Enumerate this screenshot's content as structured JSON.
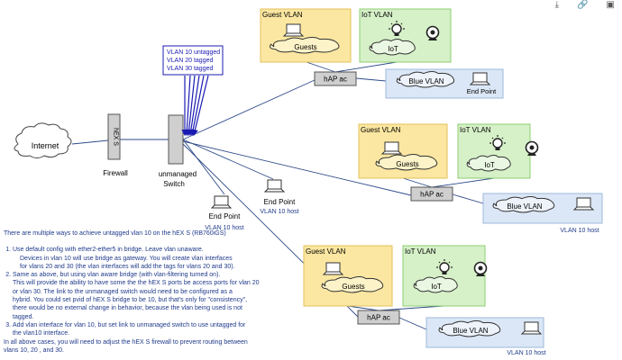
{
  "diagram": {
    "internet_label": "Internet",
    "firewall_device_label": "hEX S",
    "firewall_caption": "Firewall",
    "switch_caption_line1": "unmanaged",
    "switch_caption_line2": "Switch",
    "vlan_tag_box": [
      "VLAN 10 untagged",
      "VLAN 20 tagged",
      "VLAN 30 tagged"
    ],
    "end_points": [
      {
        "label": "End Point",
        "sublabel": "VLAN 10 host"
      },
      {
        "label": "End Point",
        "sublabel": "VLAN 10 host"
      }
    ],
    "access_points": [
      {
        "ap_label": "hAP ac",
        "guest_title": "Guest VLAN",
        "guest_cloud": "Guests",
        "iot_title": "IoT VLAN",
        "iot_cloud": "IoT",
        "blue_cloud": "Blue VLAN",
        "blue_endpoint": "End Point",
        "host_caption": ""
      },
      {
        "ap_label": "hAP ac",
        "guest_title": "Guest VLAN",
        "guest_cloud": "Guests",
        "iot_title": "IoT VLAN",
        "iot_cloud": "IoT",
        "blue_cloud": "Blue VLAN",
        "blue_endpoint": "",
        "host_caption": "VLAN 10 host"
      },
      {
        "ap_label": "hAP ac",
        "guest_title": "Guest VLAN",
        "guest_cloud": "Guests",
        "iot_title": "IoT VLAN",
        "iot_cloud": "IoT",
        "blue_cloud": "Blue VLAN",
        "blue_endpoint": "",
        "host_caption": "VLAN 10 host"
      }
    ],
    "colors": {
      "guest_fill": "#fbe7a1",
      "guest_border": "#e3c25a",
      "iot_fill": "#d6f0c8",
      "iot_border": "#8ccf6f",
      "blue_fill": "#dbe7f6",
      "blue_border": "#9db8dc",
      "device_fill": "#cfcfcf",
      "link": "#2e4a8a",
      "text_blue": "#1f3a8a",
      "callout": "#1b1bb3"
    }
  },
  "toolbar": {
    "icons": [
      "download-icon",
      "link-icon",
      "image-icon"
    ],
    "glyphs": [
      "⤓",
      "🔗",
      "▣"
    ]
  },
  "notes": {
    "intro": "There are multiple ways to achieve untagged vlan 10 on the hEX S (RB760iGS)",
    "items": [
      {
        "lines": [
          "Use default config with ether2-ether5 in bridge.  Leave vlan unaware.",
          "Devices in vlan 10 will use bridge as gateway.  You will create vlan interfaces",
          "for vlans 20 and 30 (the vlan interfaces will add the tags for vlans 20 and 30)."
        ]
      },
      {
        "lines": [
          "Same as above, but using vlan aware bridge (with vlan-filtering turned on).",
          "This will provide the ability to have some the the hEX S ports be access ports for vlan 20",
          "or vlan 30.  The link to the unmanaged switch would need to be configured as a",
          "hybrid.  You could set pvid of hEX S bridge to be 10, but that's only for \"consistency\",",
          "there would be no external change in behavior, because the vlan being used is not",
          "tagged."
        ]
      },
      {
        "lines": [
          "Add vlan interface for vlan 10, but set link to unmanaged switch to use untagged for",
          "the vlan10 interface."
        ]
      }
    ],
    "closing": [
      "In all above cases, you will need to adjust the hEX S firewall to prevent routing between",
      "vlans 10, 20 , and 30."
    ]
  }
}
